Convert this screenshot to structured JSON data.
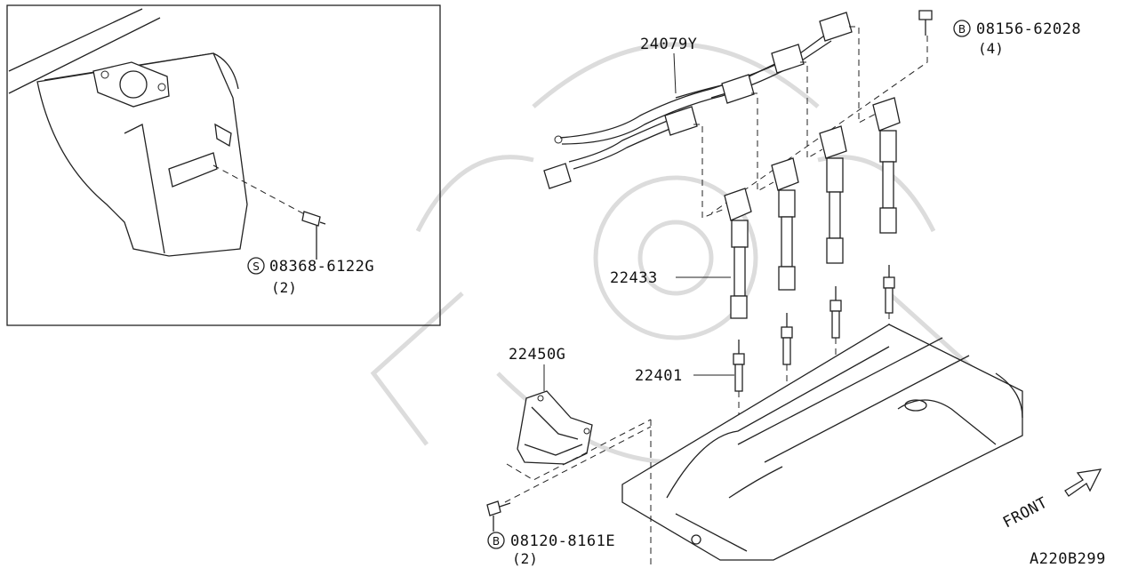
{
  "parts": [
    {
      "id": "harness",
      "number": "24079Y"
    },
    {
      "id": "coil-bolt",
      "symbol": "B",
      "number": "08156-62028",
      "qty": "(4)"
    },
    {
      "id": "ignition-coil",
      "number": "22433"
    },
    {
      "id": "spark-plug",
      "number": "22401"
    },
    {
      "id": "bracket",
      "number": "22450G"
    },
    {
      "id": "bracket-bolt",
      "symbol": "B",
      "number": "08120-8161E",
      "qty": "(2)"
    },
    {
      "id": "inset-screw",
      "symbol": "S",
      "number": "08368-6122G",
      "qty": "(2)"
    }
  ],
  "front_label": "FRONT",
  "diagram_code": "A220B299"
}
